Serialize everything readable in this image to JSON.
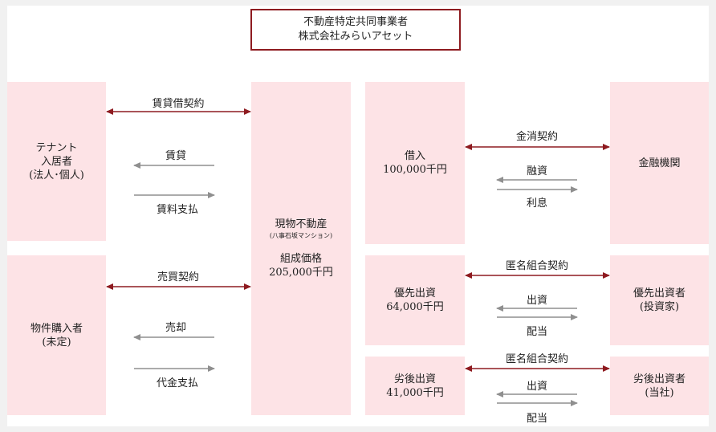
{
  "header": {
    "line1": "不動産特定共同事業者",
    "line2": "株式会社みらいアセット"
  },
  "tenant": {
    "line1": "テナント",
    "line2": "入居者",
    "line3": "(法人･個人)"
  },
  "buyer": {
    "line1": "物件購入者",
    "line2": "(未定)"
  },
  "property": {
    "line1": "現物不動産",
    "sub": "(八事石坂マンション)",
    "line2": "組成価格",
    "line3": "205,000千円"
  },
  "loan": {
    "line1": "借入",
    "line2": "100,000千円"
  },
  "bank": {
    "line1": "金融機関"
  },
  "senior": {
    "line1": "優先出資",
    "line2": "64,000千円"
  },
  "senior_investor": {
    "line1": "優先出資者",
    "line2": "(投資家)"
  },
  "junior": {
    "line1": "劣後出資",
    "line2": "41,000千円"
  },
  "junior_investor": {
    "line1": "劣後出資者",
    "line2": "(当社)"
  },
  "labels": {
    "lease_contract": "賃貸借契約",
    "lease": "賃貸",
    "rent_payment": "賃料支払",
    "sale_contract": "売買契約",
    "sale": "売却",
    "price_payment": "代金支払",
    "loan_contract": "金消契約",
    "financing": "融資",
    "interest": "利息",
    "tk_contract_senior": "匿名組合契約",
    "investment_senior": "出資",
    "distribution_senior": "配当",
    "tk_contract_junior": "匿名組合契約",
    "investment_junior": "出資",
    "distribution_junior": "配当"
  },
  "colors": {
    "box": "#fde3e6",
    "accent": "#8e1b20",
    "flow": "#8f8f8f",
    "background": "#f1f1f1"
  }
}
